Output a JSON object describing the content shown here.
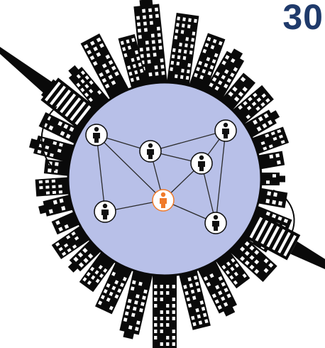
{
  "corner_number": "30",
  "colors": {
    "number": "#1f3a6b",
    "globe": "#b8c0e8",
    "skyline": "#0a0a0a",
    "window": "#ffffff",
    "node_fill": "#ffffff",
    "node_person": "#111111",
    "highlight": "#f07a2a",
    "edge": "#2a2a2a"
  },
  "icons": {
    "person": "person-icon",
    "highlighted_person": "highlighted-person-icon"
  },
  "network": {
    "nodes": [
      {
        "id": "a",
        "highlight": false
      },
      {
        "id": "b",
        "highlight": false
      },
      {
        "id": "c",
        "highlight": false
      },
      {
        "id": "d",
        "highlight": false
      },
      {
        "id": "e",
        "highlight": false
      },
      {
        "id": "f",
        "highlight": true
      },
      {
        "id": "g",
        "highlight": false
      }
    ],
    "edges": [
      [
        "a",
        "b"
      ],
      [
        "a",
        "f"
      ],
      [
        "a",
        "e"
      ],
      [
        "b",
        "c"
      ],
      [
        "b",
        "f"
      ],
      [
        "b",
        "d"
      ],
      [
        "c",
        "d"
      ],
      [
        "c",
        "g"
      ],
      [
        "d",
        "f"
      ],
      [
        "d",
        "g"
      ],
      [
        "e",
        "f"
      ],
      [
        "f",
        "g"
      ]
    ]
  }
}
